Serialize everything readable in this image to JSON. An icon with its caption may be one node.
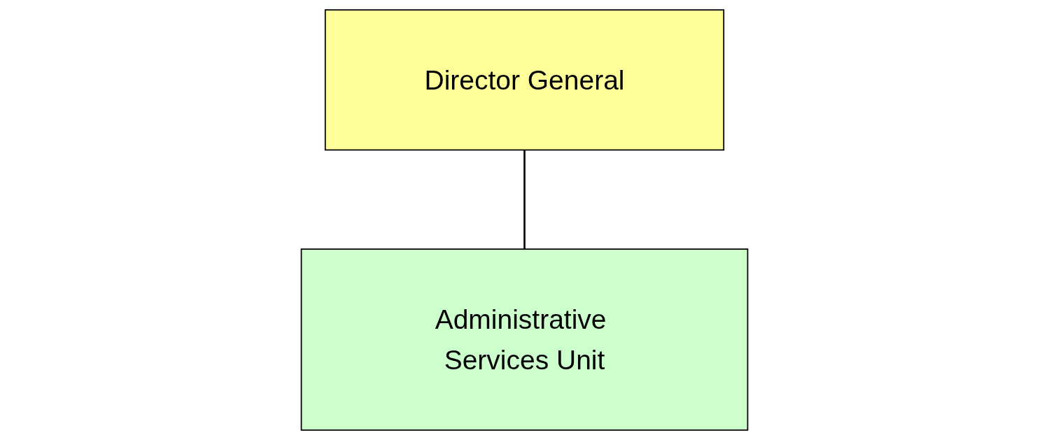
{
  "diagram": {
    "nodes": [
      {
        "text": [
          "Director General"
        ]
      },
      {
        "text": [
          "Administrative Services Unit"
        ]
      }
    ],
    "edges": [
      {
        "from": 0,
        "to": 1,
        "arrow": "none"
      }
    ]
  }
}
